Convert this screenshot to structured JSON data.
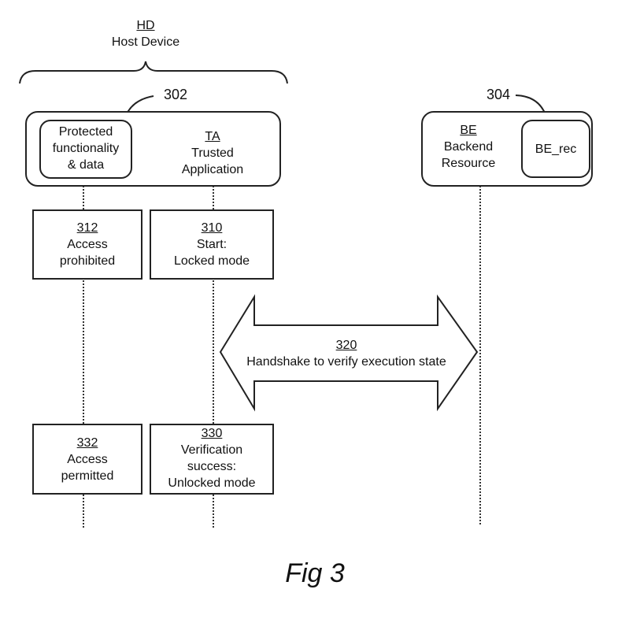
{
  "host_device": {
    "ref": "HD",
    "label": "Host Device"
  },
  "host_ref_num": "302",
  "protected": {
    "lines": [
      "Protected",
      "functionality",
      "& data"
    ]
  },
  "trusted_app": {
    "ref": "TA",
    "lines": [
      "Trusted",
      "Application"
    ]
  },
  "backend_ref_num": "304",
  "backend": {
    "ref": "BE",
    "lines": [
      "Backend",
      "Resource"
    ]
  },
  "be_rec": {
    "label": "BE_rec"
  },
  "step_312": {
    "ref": "312",
    "lines": [
      "Access",
      "prohibited"
    ]
  },
  "step_310": {
    "ref": "310",
    "lines": [
      "Start:",
      "Locked mode"
    ]
  },
  "handshake": {
    "ref": "320",
    "label": "Handshake to verify execution state"
  },
  "step_332": {
    "ref": "332",
    "lines": [
      "Access",
      "permitted"
    ]
  },
  "step_330": {
    "ref": "330",
    "lines": [
      "Verification",
      "success:",
      "Unlocked mode"
    ]
  },
  "figure_caption": "Fig 3"
}
